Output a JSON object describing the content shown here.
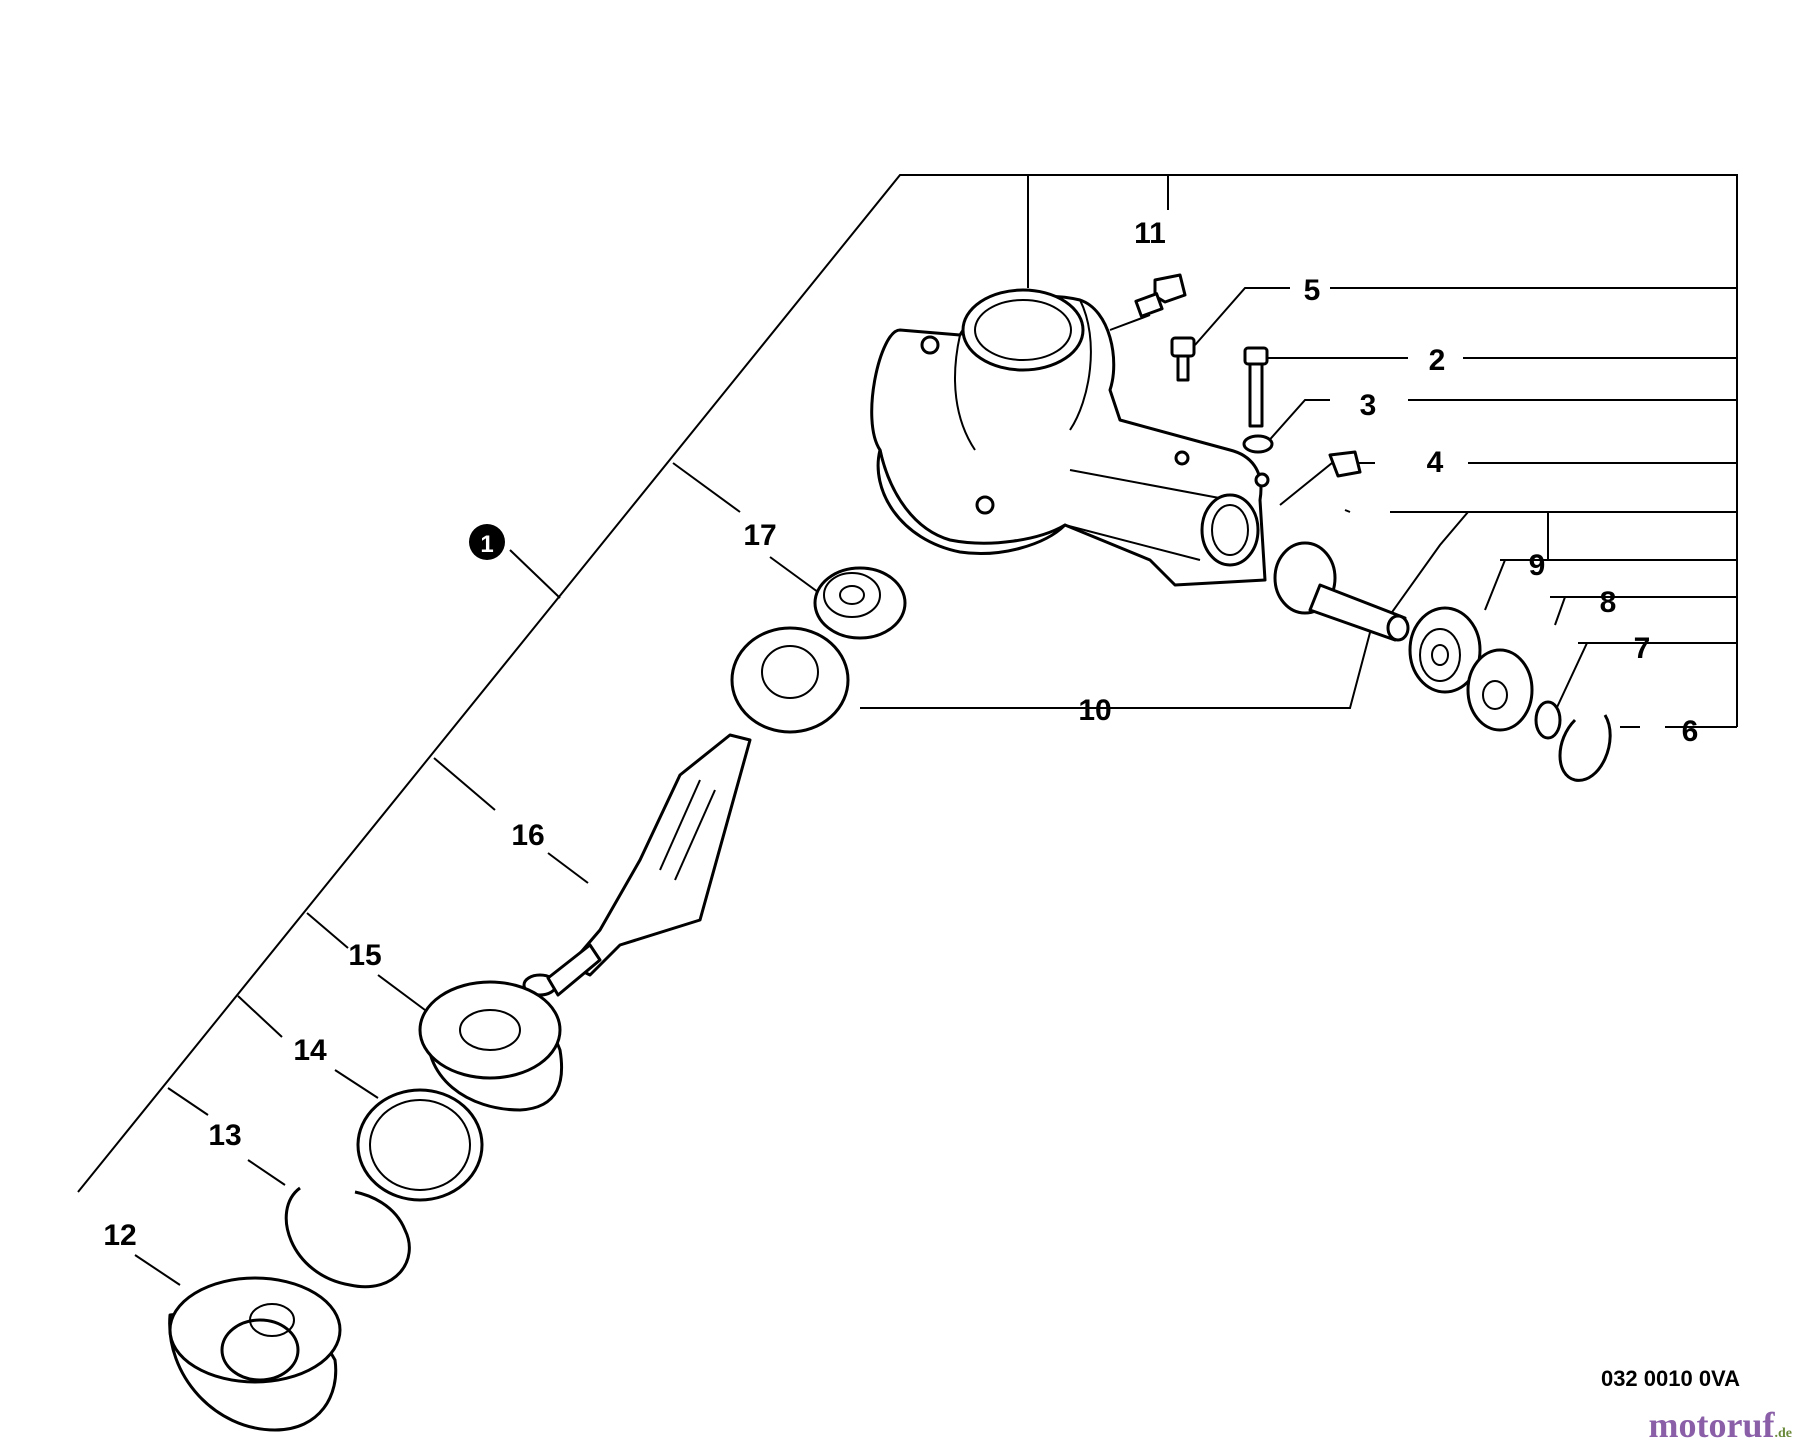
{
  "diagram": {
    "assembly_callout": "1",
    "part_labels": [
      "2",
      "3",
      "4",
      "5",
      "6",
      "7",
      "8",
      "9",
      "10",
      "11",
      "12",
      "13",
      "14",
      "15",
      "16",
      "17"
    ],
    "drawing_number": "032 0010 0VA",
    "watermark": {
      "main": "motoruf",
      "suffix": ".de"
    }
  }
}
